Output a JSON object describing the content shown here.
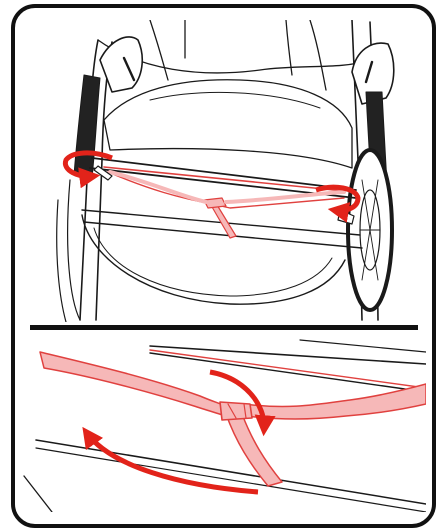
{
  "colors": {
    "frame": "#111111",
    "line_art": "#1a1a1a",
    "strap_fill": "#f6b8b8",
    "strap_stroke": "#e0413f",
    "arrow": "#e2231a",
    "background": "#ffffff"
  },
  "panels": [
    {
      "subject": "stroller-top-view",
      "arrows": [
        "arrow-left-wrap",
        "arrow-right-wrap"
      ]
    },
    {
      "subject": "strap-detail-closeup",
      "arrows": [
        "arrow-curve-left",
        "arrow-curve-right"
      ]
    }
  ]
}
